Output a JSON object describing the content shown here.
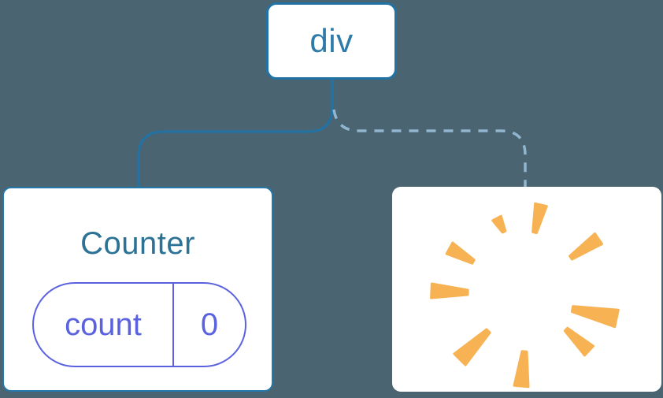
{
  "diagram": {
    "root": {
      "label": "div"
    },
    "counter": {
      "title": "Counter",
      "state": {
        "key": "count",
        "value": "0"
      },
      "connection": "solid"
    },
    "removed": {
      "icon": "poof-icon",
      "connection": "dashed"
    }
  },
  "colors": {
    "background": "#4a6471",
    "node_border_blue": "#2173a6",
    "root_label_blue": "#2e7aa8",
    "counter_title_blue": "#2b7295",
    "counter_border_blue": "#2478aa",
    "state_pill_indigo": "#5b62e0",
    "dashed_line_blue": "#92b6cf",
    "poof_orange": "#f7b254",
    "card_white": "#ffffff"
  }
}
